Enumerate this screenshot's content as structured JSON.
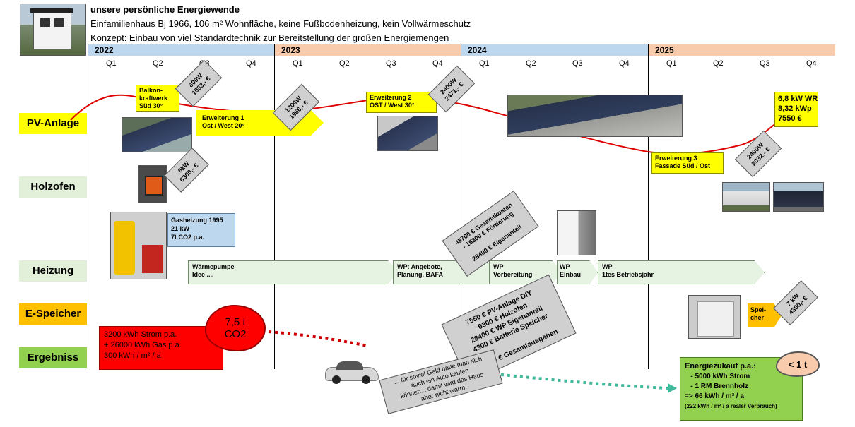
{
  "header": {
    "title": "unsere persönliche Energiewende",
    "line2": "Einfamilienhaus Bj 1966, 106 m² Wohnfläche, keine Fußbodenheizung, kein Vollwärmeschutz",
    "line3": "Konzept: Einbau von viel Standardtechnik zur Bereitstellung der großen Energiemengen"
  },
  "timeline": {
    "years": [
      "2022",
      "2023",
      "2024",
      "2025"
    ],
    "quarters": [
      "Q1",
      "Q2",
      "Q3",
      "Q4"
    ]
  },
  "rows": {
    "pv": "PV-Anlage",
    "holz": "Holzofen",
    "heizung": "Heizung",
    "speicher": "E-Speicher",
    "ergebnis": "Ergebniss"
  },
  "pv": {
    "balkon": "Balkon-\nkraftwerk\nSüd 30°",
    "balkon_tag": "800W\n1083,- €",
    "erw1": "Erweiterung 1\nOst / West 20°",
    "erw1_tag": "1200W\n1966,- €",
    "erw2": "Erweiterung 2\nOST / West 30°",
    "erw2_tag": "2400W\n2471,- €",
    "erw3": "Erweiterung 3\nFassade Süd / Ost",
    "erw3_tag": "2400W\n2032,- €",
    "summary": "6,8 kW WR\n8,32 kWp\n7550 €"
  },
  "holzofen": {
    "tag": "6kW\n6300,- €"
  },
  "heizung": {
    "gas": "Gasheizung 1995\n21 kW\n7t CO2 p.a.",
    "steps": [
      "Wärmepumpe\nIdee ....",
      "WP: Angebote,\nPlanung, BAFA",
      "WP\nVorbereitung",
      "WP\nEinbau",
      "WP\n1tes Betriebsjahr"
    ],
    "costs": "43700 € Gesamtkosten\n- 15300 € Förderung\n\n28400 € Eigenanteil"
  },
  "speicher": {
    "label": "Spei-\ncher",
    "tag": "7 kW\n4300,- €"
  },
  "ergebnis": {
    "before": "3200 kWh Strom p.a.\n+ 26000 kWh Gas p.a.\n300 kWh / m² / a",
    "cloud": "7,5 t\nCO2",
    "sum": "7550 € PV-Anlage DIY\n6300 € Holzofen\n28400 € WP Eigenanteil\n4300 € Batterie Speicher\n\n46550 € Gesamtausgaben",
    "car_note": "... für soviel Geld hätte man sich\nauch ein Auto kaufen\nkönnen....damit wird das Haus\naber nicht warm.",
    "after_title": "Energiezukauf p.a.:",
    "after_lines": "   - 5000 kWh Strom\n   - 1 RM Brennholz\n=> 66 kWh / m² / a",
    "after_note": "(222 kWh / m² / a realer Verbrauch)",
    "cloud_small": "< 1 t"
  },
  "colors": {
    "year_blue": "#bdd7ee",
    "year_peach": "#f8cbad",
    "pv_yellow": "#ffff00",
    "ergebnis_red": "#ff0000",
    "ergebnis_green": "#92d050",
    "speicher_orange": "#ffc000",
    "label_green": "#e2efd9",
    "gas_blue": "#bdd7ee"
  }
}
